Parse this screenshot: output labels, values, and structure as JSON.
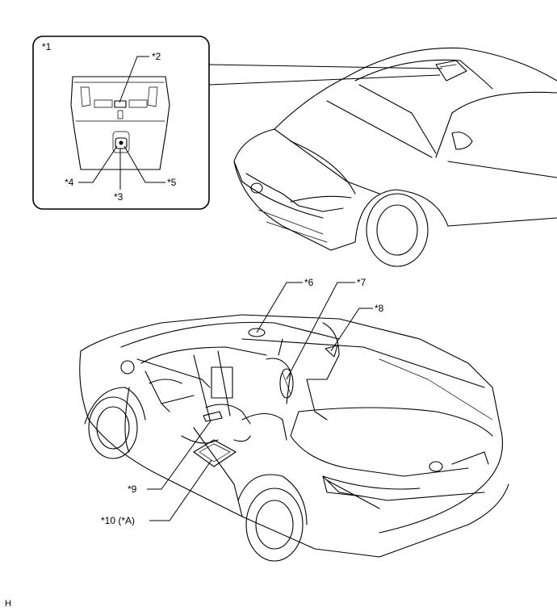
{
  "inset": {
    "label": "*1"
  },
  "callouts": {
    "c2": "*2",
    "c3": "*3",
    "c4": "*4",
    "c5": "*5",
    "c6": "*6",
    "c7": "*7",
    "c8": "*8",
    "c9": "*9",
    "c10": "*10 (*A)"
  },
  "footer": {
    "code": "H"
  }
}
